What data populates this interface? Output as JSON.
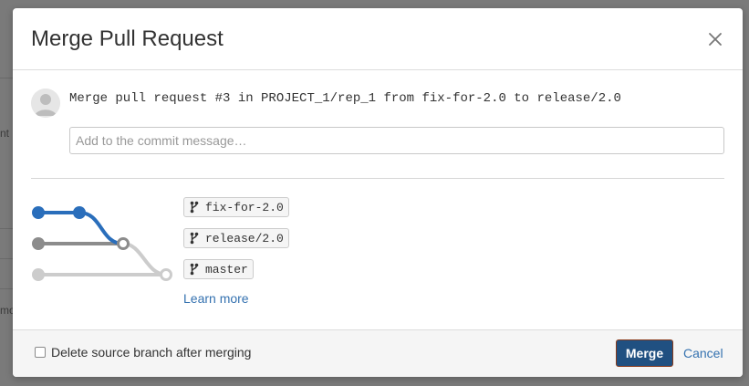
{
  "background": {
    "text_fragments": [
      "nt",
      "mo"
    ]
  },
  "dialog": {
    "title": "Merge Pull Request",
    "close_icon": "close-icon"
  },
  "commit": {
    "message": "Merge pull request #3 in PROJECT_1/rep_1 from fix-for-2.0 to release/2.0",
    "input_placeholder": "Add to the commit message…",
    "input_value": ""
  },
  "graph": {
    "colors": {
      "source": "#2a6ebb",
      "target": "#8c8c8c",
      "master": "#cccccc"
    }
  },
  "branches": [
    {
      "name": "fix-for-2.0",
      "icon": "branch-icon"
    },
    {
      "name": "release/2.0",
      "icon": "branch-icon"
    },
    {
      "name": "master",
      "icon": "branch-icon"
    }
  ],
  "learn_more": "Learn more",
  "footer": {
    "delete_branch_label": "Delete source branch after merging",
    "delete_branch_checked": false,
    "merge_label": "Merge",
    "cancel_label": "Cancel"
  },
  "colors": {
    "primary": "#205081",
    "link": "#3572b0"
  }
}
